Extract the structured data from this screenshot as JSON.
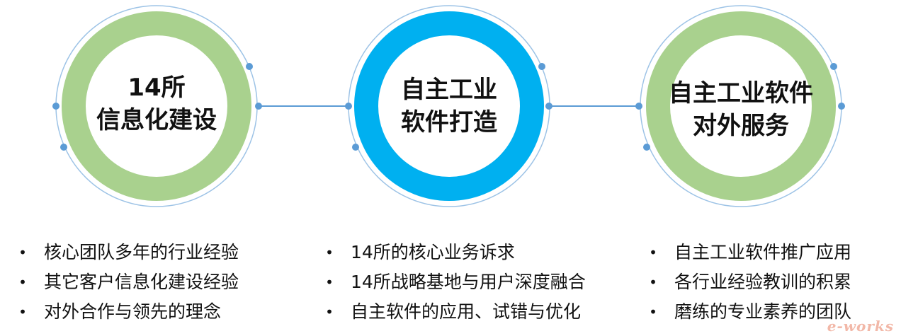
{
  "colors": {
    "green_ring": "#a9d18e",
    "blue_ring": "#00b0f0",
    "connector": "#5b9bd5",
    "outer_ring_line": "#9dc3e6",
    "dot": "#5b9bd5"
  },
  "stages": [
    {
      "ring_color": "green",
      "title_lines": [
        "14所",
        "信息化建设"
      ],
      "points": [
        "核心团队多年的行业经验",
        "其它客户信息化建设经验",
        "对外合作与领先的理念"
      ]
    },
    {
      "ring_color": "blue",
      "title_lines": [
        "自主工业",
        "软件打造"
      ],
      "points": [
        "14所的核心业务诉求",
        "14所战略基地与用户深度融合",
        "自主软件的应用、试错与优化"
      ]
    },
    {
      "ring_color": "green",
      "title_lines": [
        "自主工业软件",
        "对外服务"
      ],
      "points": [
        "自主工业软件推广应用",
        "各行业经验教训的积累",
        "磨练的专业素养的团队"
      ]
    }
  ],
  "bullet_symbol": "•",
  "watermark": "e-works"
}
